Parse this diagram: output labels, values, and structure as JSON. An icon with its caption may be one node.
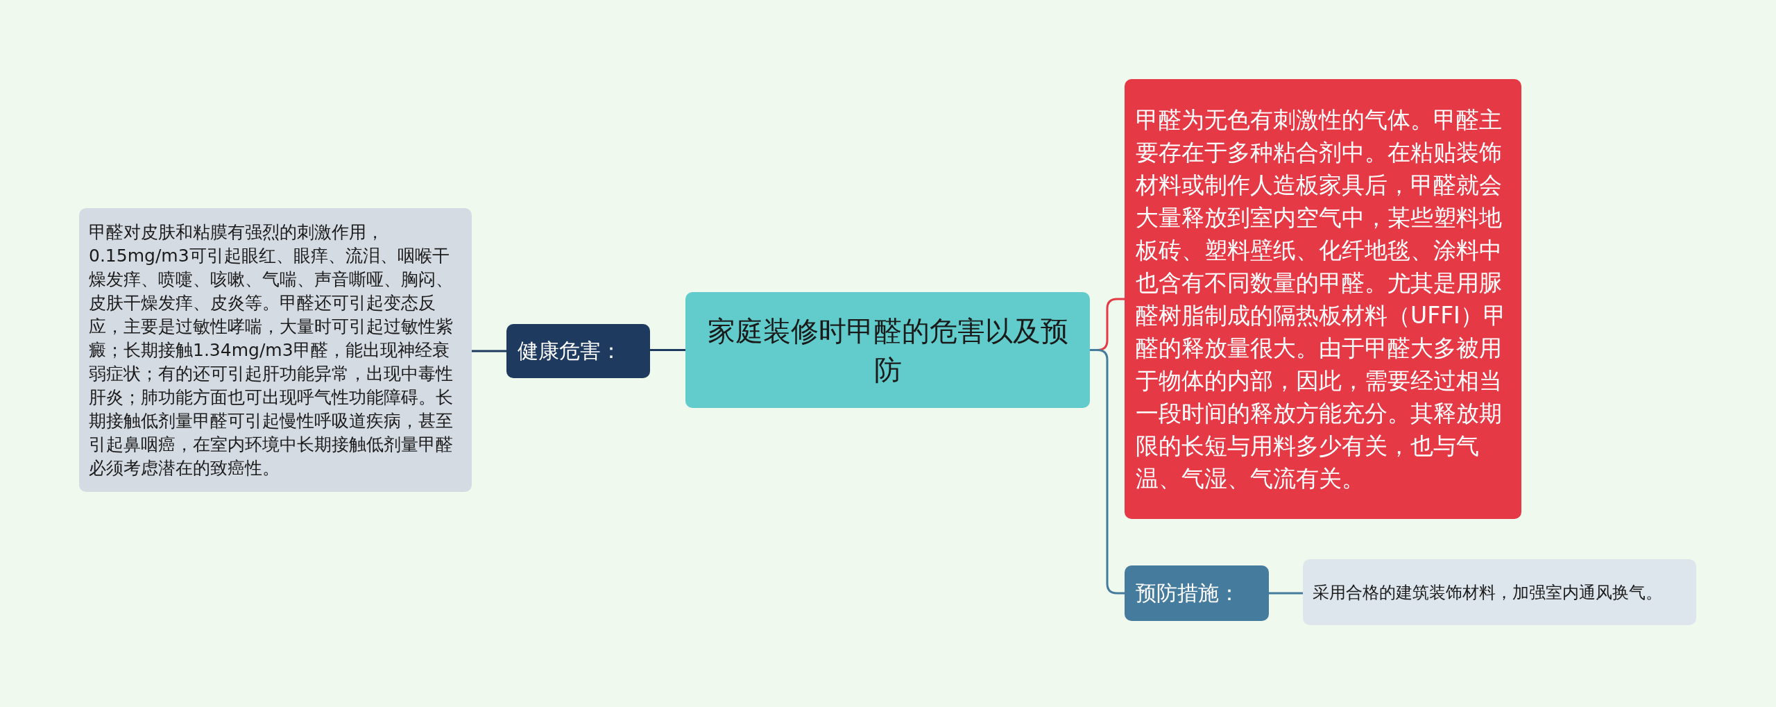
{
  "diagram": {
    "nodes": [
      {
        "text": [
          "家庭装修时甲醛的危害以及预防"
        ]
      },
      {
        "text": [
          "健康危害："
        ]
      },
      {
        "text": [
          "甲醛对皮肤和粘膜有强烈的刺激作用，0.15mg/m3可引起眼红、眼痒、流泪、咽喉干燥发痒、喷嚏、咳嗽、气喘、声音嘶哑、胸闷、皮肤干燥发痒、皮炎等。甲醛还可引起变态反应，主要是过敏性哮喘，大量时可引起过敏性紫癜；长期接触1.34mg/m3甲醛，能出现神经衰弱症状；有的还可引起肝功能异常，出现中毒性肝炎；肺功能方面也可出现呼气性功能障碍。长期接触低剂量甲醛可引起慢性呼吸道疾病，甚至引起鼻咽癌，在室内环境中长期接触低剂量甲醛必须考虑潜在的致癌性。"
        ]
      },
      {
        "text": [
          "甲醛为无色有刺激性的气体。甲醛主要存在于多种粘合剂中。在粘贴装饰材料或制作人造板家具后，甲醛就会大量释放到室内空气中，某些塑料地板砖、塑料壁纸、化纤地毯、涂料中也含有不同数量的甲醛。尤其是用脲醛树脂制成的隔热板材料（UFFI）甲醛的释放量很大。由于甲醛大多被用于物体的内部，因此，需要经过相当一段时间的释放方能充分。其释放期限的长短与用料多少有关，也与气温、气湿、气流有关。"
        ]
      },
      {
        "text": [
          "预防措施："
        ]
      },
      {
        "text": [
          "采用合格的建筑装饰材料，加强室内通风换气。"
        ]
      }
    ],
    "edges": [
      {
        "from": 0,
        "to": 1,
        "arrow": "none",
        "color": "#1f3a5f"
      },
      {
        "from": 1,
        "to": 2,
        "arrow": "none",
        "color": "#1f3a5f"
      },
      {
        "from": 0,
        "to": 3,
        "arrow": "none",
        "color": "#e63946"
      },
      {
        "from": 0,
        "to": 4,
        "arrow": "none",
        "color": "#457b9d"
      },
      {
        "from": 4,
        "to": 5,
        "arrow": "none",
        "color": "#457b9d"
      }
    ]
  }
}
